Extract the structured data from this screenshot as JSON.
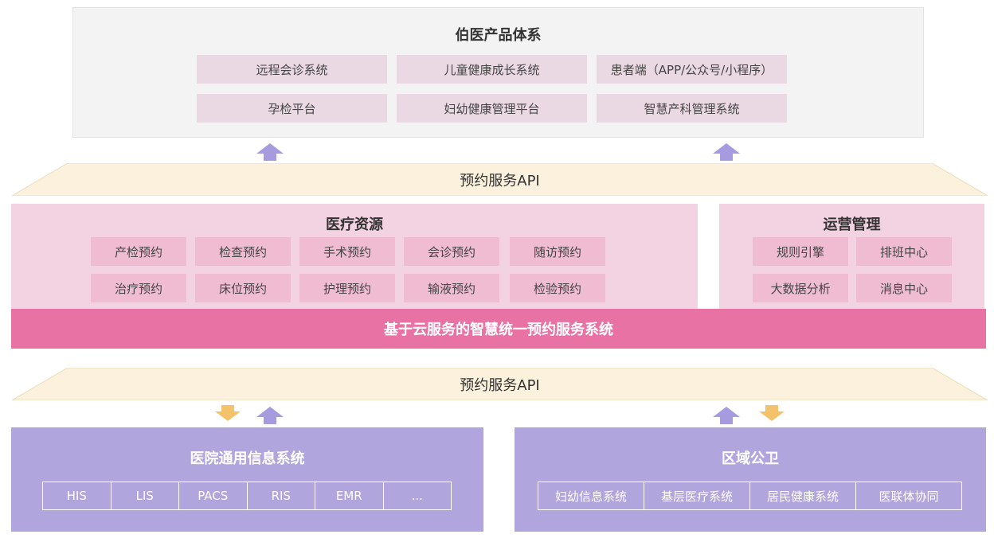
{
  "products": {
    "title": "伯医产品体系",
    "items": [
      "远程会诊系统",
      "儿童健康成长系统",
      "患者端（APP/公众号/小程序）",
      "孕检平台",
      "妇幼健康管理平台",
      "智慧产科管理系统"
    ]
  },
  "api_top": {
    "label": "预约服务API"
  },
  "medical": {
    "title": "医疗资源",
    "items": [
      "产检预约",
      "检查预约",
      "手术预约",
      "会诊预约",
      "随访预约",
      "治疗预约",
      "床位预约",
      "护理预约",
      "输液预约",
      "检验预约"
    ]
  },
  "operations": {
    "title": "运营管理",
    "items": [
      "规则引擎",
      "排班中心",
      "大数据分析",
      "消息中心"
    ]
  },
  "cloud": {
    "label": "基于云服务的智慧统一预约服务系统"
  },
  "api_bottom": {
    "label": "预约服务API"
  },
  "hospital": {
    "title": "医院通用信息系统",
    "cells": [
      "HIS",
      "LIS",
      "PACS",
      "RIS",
      "EMR",
      "..."
    ]
  },
  "regional": {
    "title": "区域公卫",
    "cells": [
      "妇幼信息系统",
      "基层医疗系统",
      "居民健康系统",
      "医联体协同"
    ]
  },
  "colors": {
    "products_bg": "#f3f3f3",
    "product_box": "#ead9e2",
    "api_band": "#fbf1dc",
    "medical_bg": "#f3d2e1",
    "resource_box": "#efbcd2",
    "cloud_bar": "#e872a4",
    "purple_panel": "#b0a5dc",
    "arrow_up": "#a79be0",
    "arrow_down": "#f3c26a"
  }
}
